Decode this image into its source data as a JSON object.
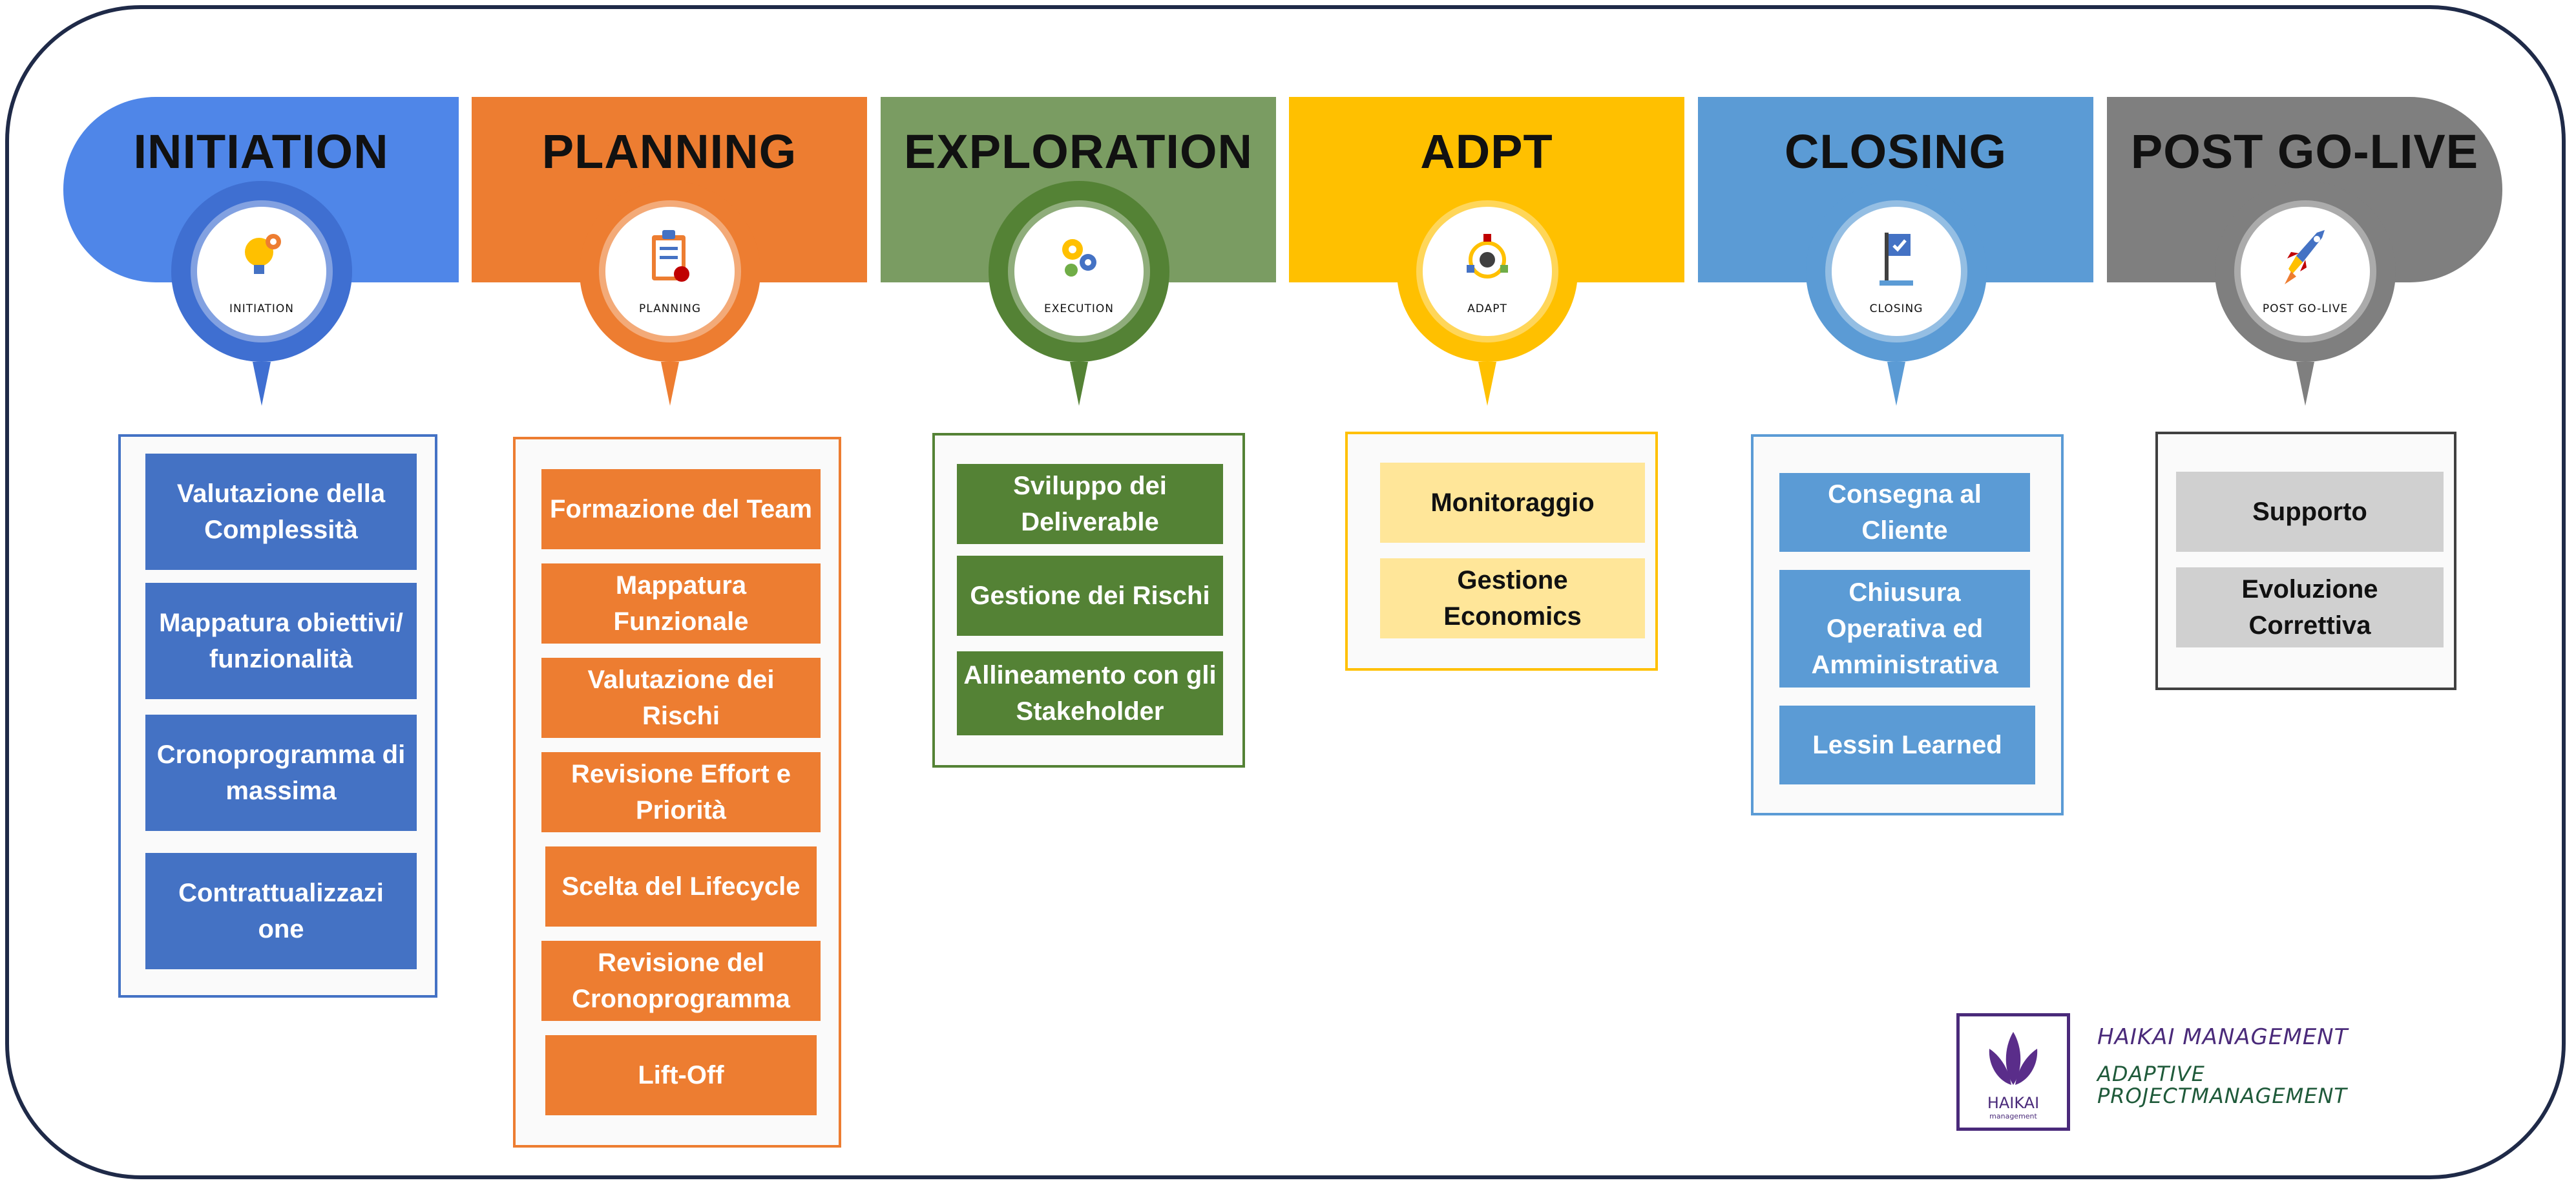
{
  "phases": [
    {
      "title": "INITIATION",
      "icon_label": "INITIATION",
      "icon": "lightbulb-gears-icon",
      "color": "#4f86e8",
      "pin_color": "#3f6fd1",
      "tasks": [
        "Valutazione della Complessità",
        "Mappatura obiettivi/ funzionalità",
        "Cronoprogramma di massima",
        "Contrattualizzazi one"
      ],
      "task_color": "#4472c4"
    },
    {
      "title": "PLANNING",
      "icon_label": "PLANNING",
      "icon": "clipboard-icon",
      "color": "#ed7d31",
      "pin_color": "#ed7d31",
      "tasks": [
        "Formazione del Team",
        "Mappatura Funzionale",
        "Valutazione dei Rischi",
        "Revisione Effort e Priorità",
        "Scelta del Lifecycle",
        "Revisione del Cronoprogramma",
        "Lift-Off"
      ],
      "task_color": "#ed7d31"
    },
    {
      "title": "EXPLORATION",
      "icon_label": "EXECUTION",
      "icon": "gears-cycle-icon",
      "color": "#7a9c62",
      "pin_color": "#548235",
      "tasks": [
        "Sviluppo dei Deliverable",
        "Gestione dei Rischi",
        "Allineamento con gli Stakeholder"
      ],
      "task_color": "#548235"
    },
    {
      "title": "ADPT",
      "icon_label": "ADAPT",
      "icon": "adapt-cycle-icon",
      "color": "#ffc000",
      "pin_color": "#ffc000",
      "tasks": [
        "Monitoraggio",
        "Gestione Economics"
      ],
      "task_color": "#ffe699"
    },
    {
      "title": "CLOSING",
      "icon_label": "CLOSING",
      "icon": "flag-icon",
      "color": "#5b9bd5",
      "pin_color": "#5b9bd5",
      "tasks": [
        "Consegna al Cliente",
        "Chiusura Operativa ed Amministrativa",
        "Lessin Learned"
      ],
      "task_color": "#5b9bd5"
    },
    {
      "title": "POST GO-LIVE",
      "icon_label": "POST GO-LIVE",
      "icon": "rocket-icon",
      "color": "#7f7f7f",
      "pin_color": "#7f7f7f",
      "tasks": [
        "Supporto",
        "Evoluzione Correttiva"
      ],
      "task_color": "#d0d0d0"
    }
  ],
  "logo": {
    "word": "HAIKAI",
    "sub": "management",
    "icon": "lotus-logo-icon"
  },
  "brand": {
    "line1": "HAIKAI MANAGEMENT",
    "line2a": "ADAPTIVE",
    "line2b": "PROJECTMANAGEMENT"
  }
}
